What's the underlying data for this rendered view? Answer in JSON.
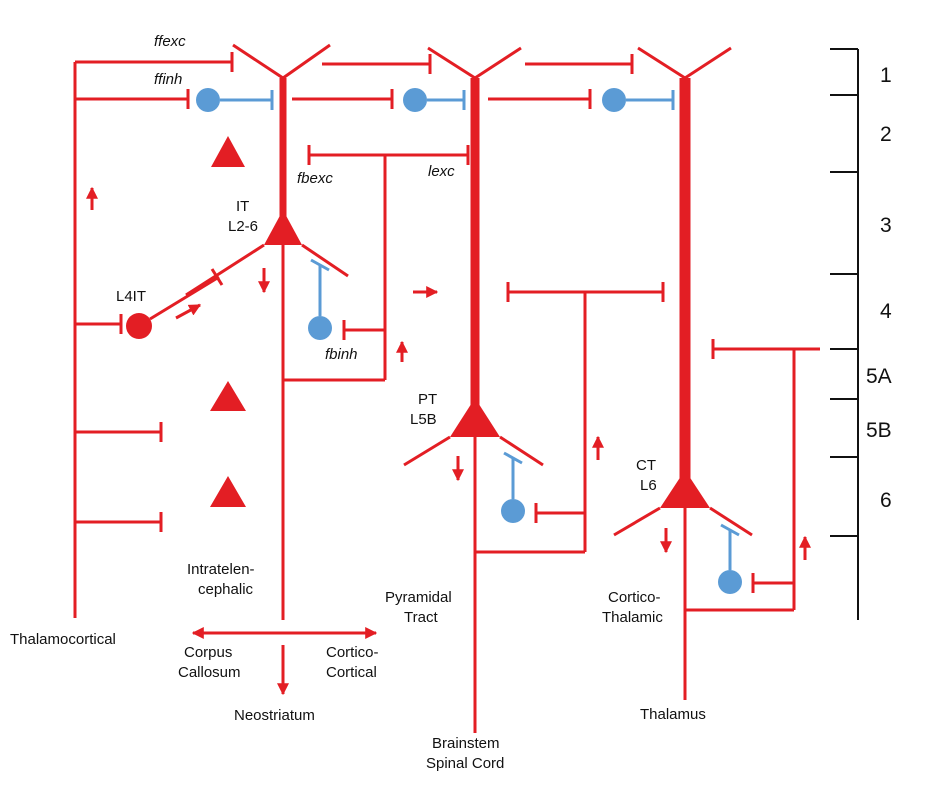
{
  "colors": {
    "excitatory": "#e31e24",
    "inhibitory": "#5b9bd5",
    "scale": "#111111"
  },
  "connections": {
    "ffexc": "ffexc",
    "ffinh": "ffinh",
    "fbexc": "fbexc",
    "lexc": "lexc",
    "fbinh": "fbinh"
  },
  "neurons": {
    "it": {
      "line1": "IT",
      "line2": "L2-6",
      "projection_line1": "Intratelen-",
      "projection_line2": "cephalic"
    },
    "l4it": {
      "label": "L4IT"
    },
    "pt": {
      "line1": "PT",
      "line2": "L5B",
      "projection_line1": "Pyramidal",
      "projection_line2": "Tract"
    },
    "ct": {
      "line1": "CT",
      "line2": "L6",
      "projection_line1": "Cortico-",
      "projection_line2": "Thalamic"
    }
  },
  "inputs": {
    "thalamocortical": "Thalamocortical"
  },
  "targets": {
    "corpus_callosum_1": "Corpus",
    "corpus_callosum_2": "Callosum",
    "cortico_cortical_1": "Cortico-",
    "cortico_cortical_2": "Cortical",
    "neostriatum": "Neostriatum",
    "brainstem": "Brainstem",
    "spinal_cord": "Spinal Cord",
    "thalamus": "Thalamus"
  },
  "layers": [
    "1",
    "2",
    "3",
    "4",
    "5A",
    "5B",
    "6"
  ]
}
